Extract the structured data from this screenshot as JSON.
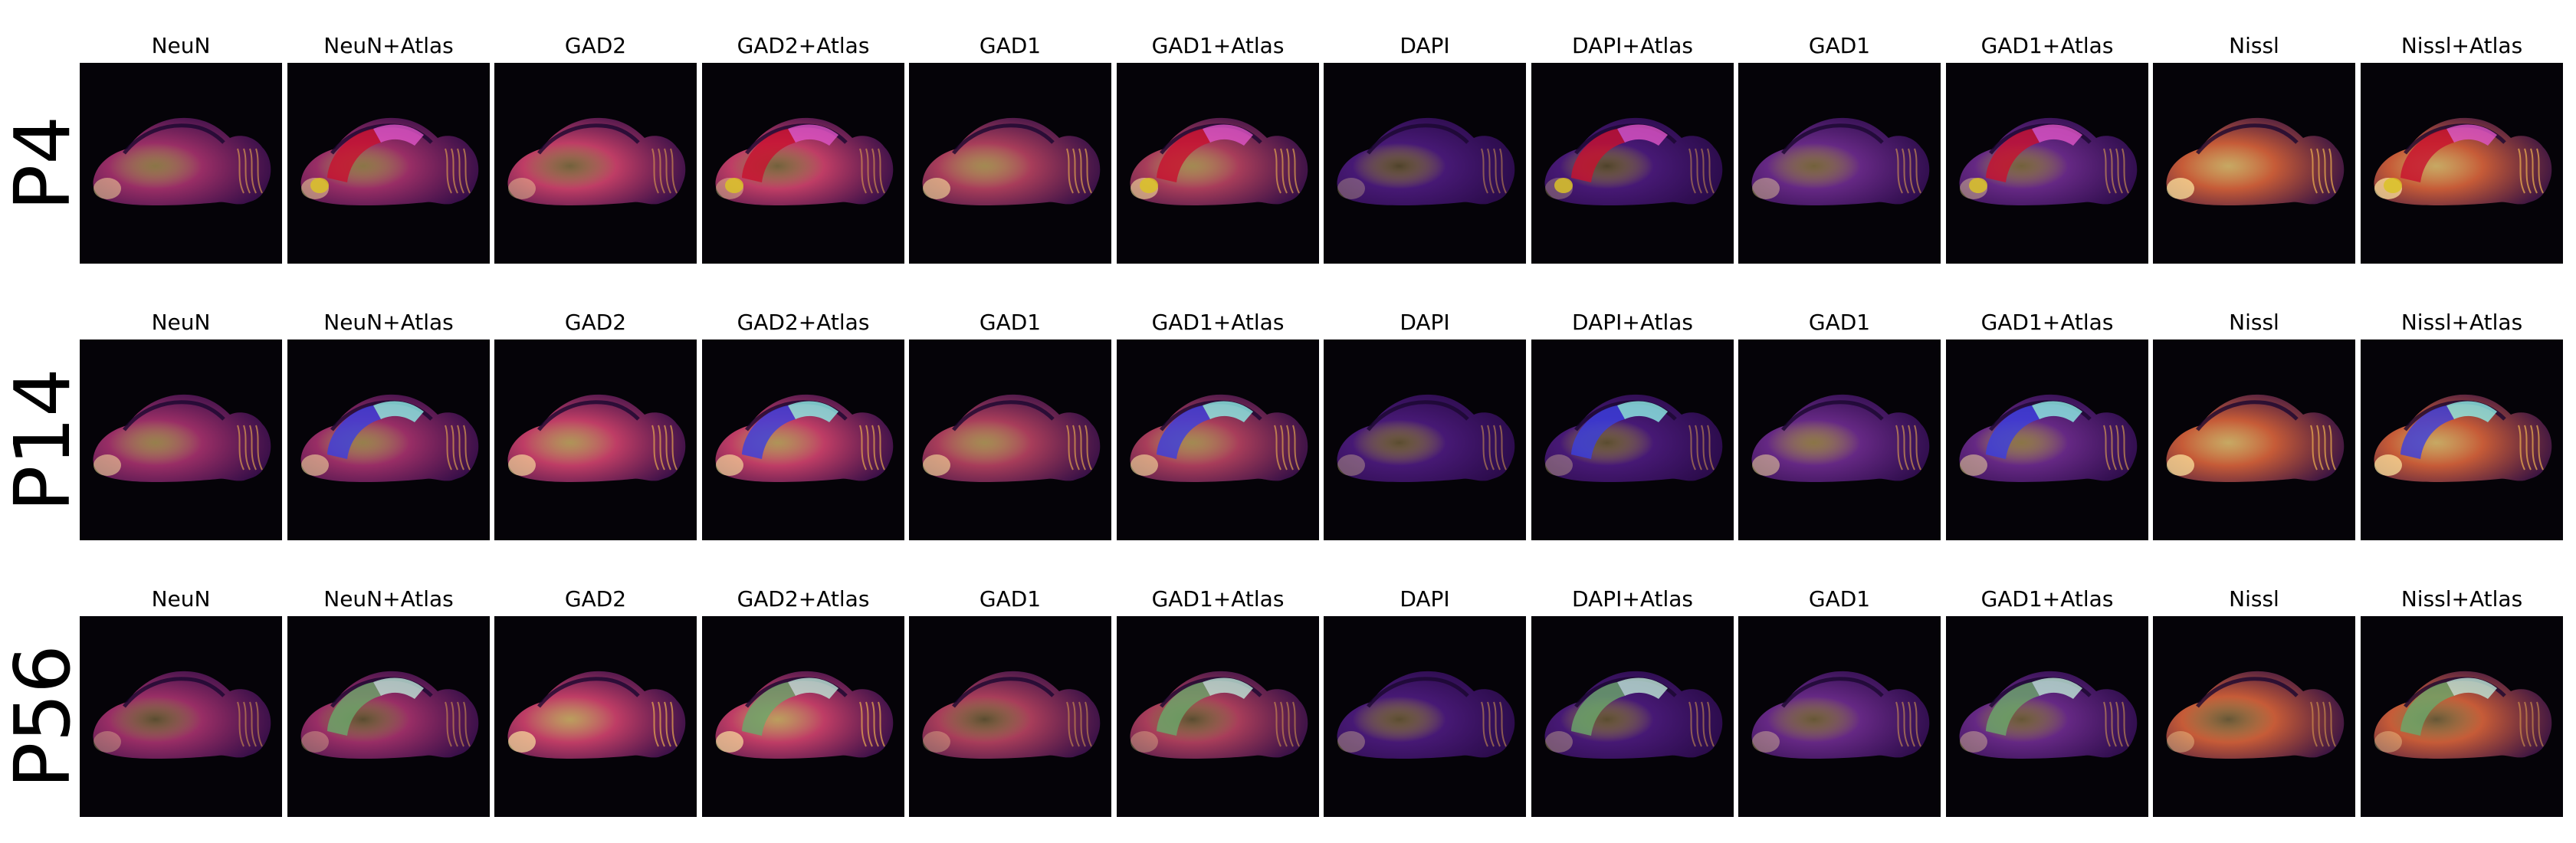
{
  "figure": {
    "row_labels": [
      "P4",
      "P14",
      "P56"
    ],
    "column_titles": [
      "NeuN",
      "NeuN+Atlas",
      "GAD2",
      "GAD2+Atlas",
      "GAD1",
      "GAD1+Atlas",
      "DAPI",
      "DAPI+Atlas",
      "GAD1",
      "GAD1+Atlas",
      "Nissl",
      "Nissl+Atlas"
    ]
  },
  "colors": {
    "background": "#050308",
    "atlas_overlay": {
      "P4": {
        "region_a": "#c8102e",
        "region_b": "#e055c8",
        "region_c": "#d9c227"
      },
      "P14": {
        "region_a": "#3a3ee0",
        "region_b": "#8ef0e8"
      },
      "P56": {
        "region_a": "#6aa86a",
        "region_b": "#bfe8d8"
      }
    },
    "stain_intensity": {
      "NeuN": "#a0306a",
      "GAD2": "#c8406a",
      "GAD1": "#b0405e",
      "DAPI": "#4a1a7a",
      "GAD1_b": "#6a2a8a",
      "Nissl": "#d0603a"
    }
  }
}
